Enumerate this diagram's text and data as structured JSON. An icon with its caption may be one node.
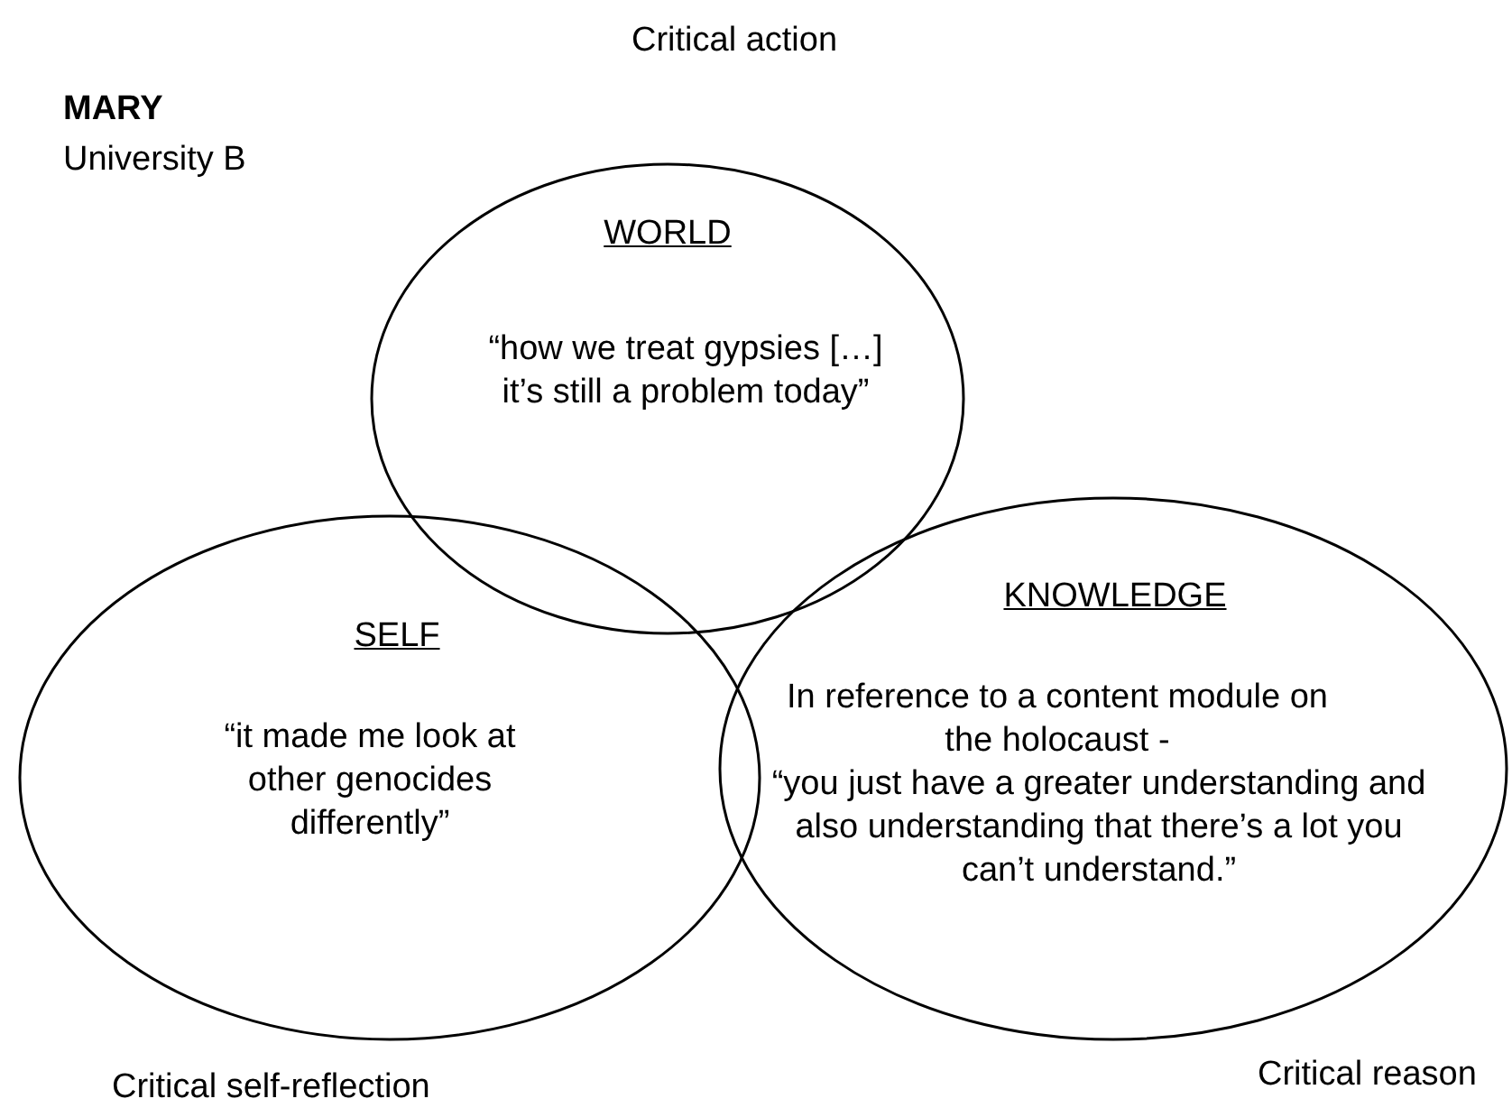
{
  "diagram": {
    "nodes": [
      {
        "text": [
          "WORLD",
          "“how we treat gypsies […] it’s still a problem today”"
        ]
      },
      {
        "text": [
          "SELF",
          "“it made me look at other genocides differently”"
        ]
      },
      {
        "text": [
          "KNOWLEDGE",
          "In reference to a content module on the holocaust -",
          "“you just have a greater understanding and also understanding that there’s a lot you can’t understand.”"
        ]
      }
    ],
    "edges": [],
    "labels": [
      "Critical action",
      "MARY",
      "University B",
      "Critical self-reflection",
      "Critical reason"
    ]
  }
}
